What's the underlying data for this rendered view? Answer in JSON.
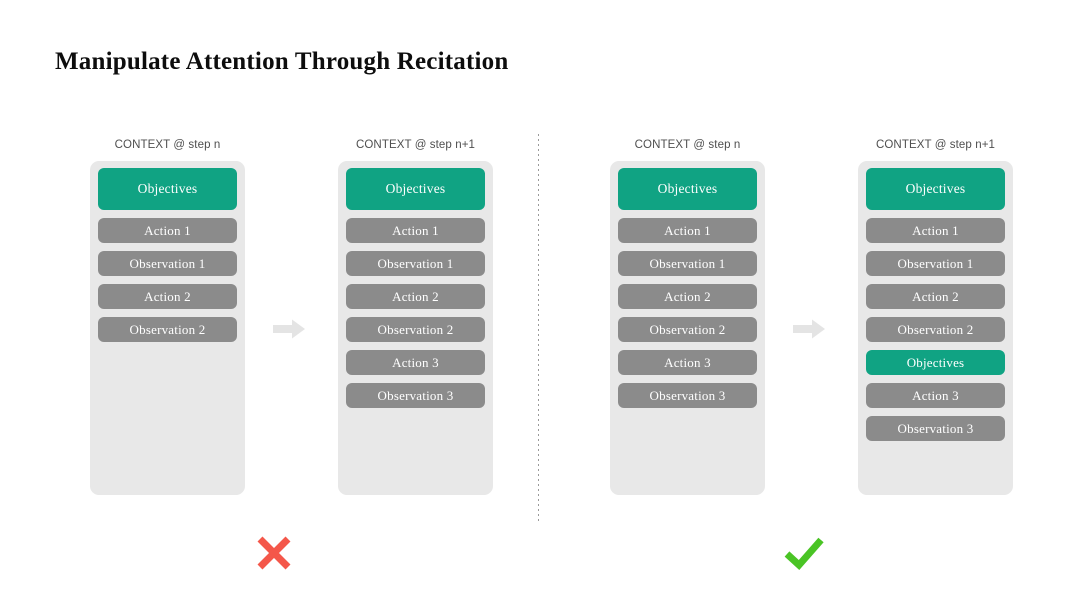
{
  "title": "Manipulate Attention Through Recitation",
  "colors": {
    "background": "#ffffff",
    "title_text": "#0d0d0d",
    "context_container": "#e8e8e8",
    "block_grey": "#8b8b8b",
    "block_green": "#10a383",
    "block_text": "#ffffff",
    "header_text": "#4f4f4f",
    "arrow": "#e4e4e4",
    "divider": "#9a9a9a",
    "cross_red": "#f4574a",
    "check_green": "#4ac425"
  },
  "groups": [
    {
      "id": "bad-example",
      "verdict": "cross",
      "verdict_icon": "cross-icon",
      "arrow_icon": "arrow-right-icon",
      "columns": [
        {
          "header": "CONTEXT @ step n",
          "blocks": [
            {
              "label": "Objectives",
              "style": "green-tall"
            },
            {
              "label": "Action 1",
              "style": "grey"
            },
            {
              "label": "Observation 1",
              "style": "grey"
            },
            {
              "label": "Action 2",
              "style": "grey"
            },
            {
              "label": "Observation 2",
              "style": "grey"
            }
          ]
        },
        {
          "header": "CONTEXT @ step n+1",
          "blocks": [
            {
              "label": "Objectives",
              "style": "green-tall"
            },
            {
              "label": "Action 1",
              "style": "grey"
            },
            {
              "label": "Observation 1",
              "style": "grey"
            },
            {
              "label": "Action 2",
              "style": "grey"
            },
            {
              "label": "Observation 2",
              "style": "grey"
            },
            {
              "label": "Action 3",
              "style": "grey"
            },
            {
              "label": "Observation 3",
              "style": "grey"
            }
          ]
        }
      ]
    },
    {
      "id": "good-example",
      "verdict": "check",
      "verdict_icon": "check-icon",
      "arrow_icon": "arrow-right-icon",
      "columns": [
        {
          "header": "CONTEXT @ step n",
          "blocks": [
            {
              "label": "Objectives",
              "style": "green-tall"
            },
            {
              "label": "Action 1",
              "style": "grey"
            },
            {
              "label": "Observation 1",
              "style": "grey"
            },
            {
              "label": "Action 2",
              "style": "grey"
            },
            {
              "label": "Observation 2",
              "style": "grey"
            },
            {
              "label": "Action 3",
              "style": "grey"
            },
            {
              "label": "Observation 3",
              "style": "grey"
            }
          ]
        },
        {
          "header": "CONTEXT @ step n+1",
          "blocks": [
            {
              "label": "Objectives",
              "style": "green-tall"
            },
            {
              "label": "Action 1",
              "style": "grey"
            },
            {
              "label": "Observation 1",
              "style": "grey"
            },
            {
              "label": "Action 2",
              "style": "grey"
            },
            {
              "label": "Observation 2",
              "style": "grey"
            },
            {
              "label": "Objectives",
              "style": "green"
            },
            {
              "label": "Action 3",
              "style": "grey"
            },
            {
              "label": "Observation 3",
              "style": "grey"
            }
          ]
        }
      ]
    }
  ]
}
